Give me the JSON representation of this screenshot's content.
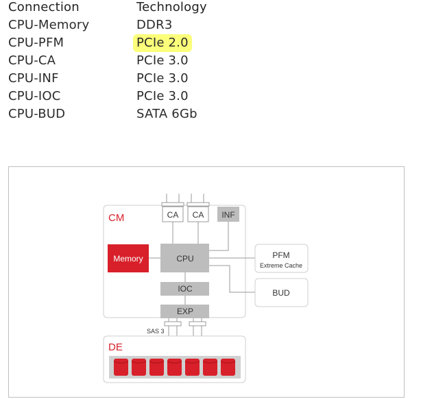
{
  "table": {
    "headers": [
      "Connection",
      "Technology"
    ],
    "rows": [
      [
        "CPU-Memory",
        "DDR3"
      ],
      [
        "CPU-PFM",
        "PCIe 2.0"
      ],
      [
        "CPU-CA",
        "PCIe 3.0"
      ],
      [
        "CPU-INF",
        "PCIe 3.0"
      ],
      [
        "CPU-IOC",
        "PCIe 3.0"
      ],
      [
        "CPU-BUD",
        "SATA 6Gb"
      ]
    ],
    "highlighted_cell": "PCIe 2.0",
    "highlight_color": "#fbff7a"
  },
  "diagram": {
    "cm_label": "CM",
    "de_label": "DE",
    "ca_label": "CA",
    "inf_label": "INF",
    "memory_label": "Memory",
    "cpu_label": "CPU",
    "ioc_label": "IOC",
    "exp_label": "EXP",
    "sas_label": "SAS 3",
    "pfm_label": "PFM",
    "pfm_sublabel": "Extreme Cache",
    "bud_label": "BUD",
    "colors": {
      "accent_red": "#d8202a",
      "box_gray": "#bdbdbd",
      "line_gray": "#9a9a9a",
      "border_light": "#cfcfcf"
    }
  }
}
